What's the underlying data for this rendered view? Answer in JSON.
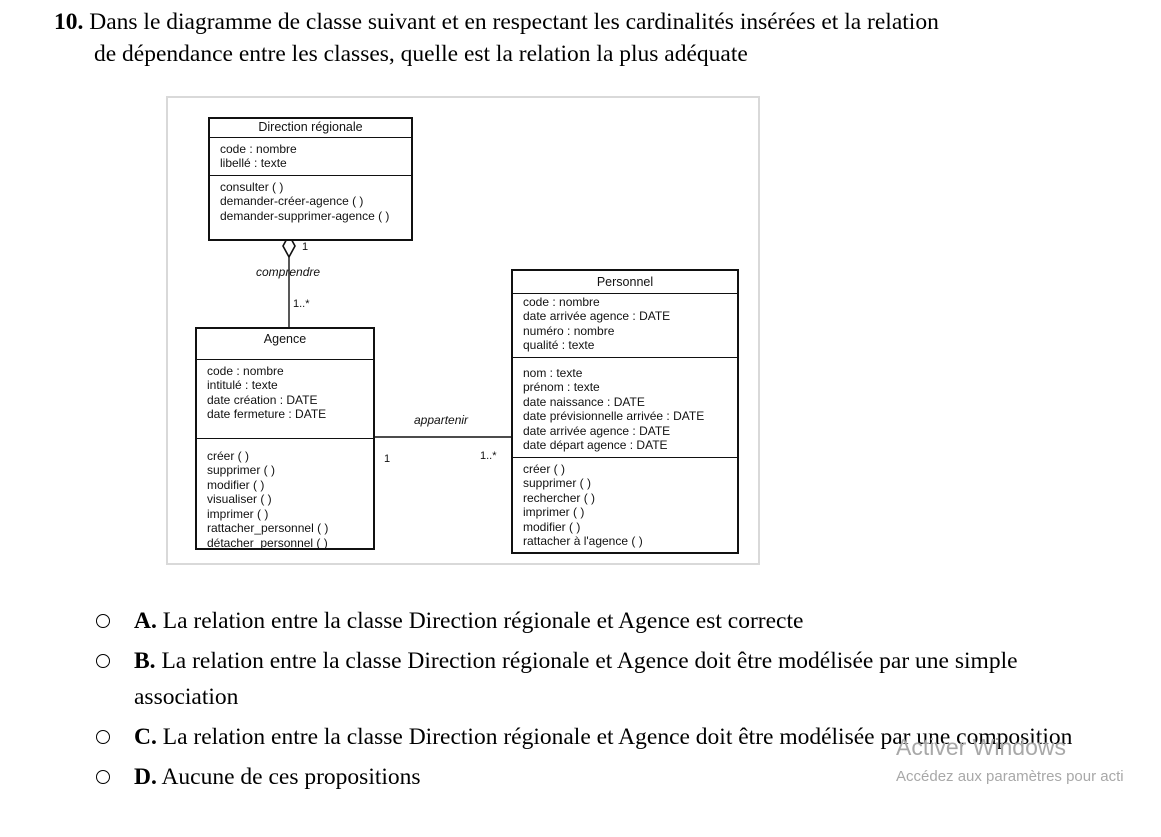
{
  "question": {
    "number": "10.",
    "line1": "Dans le diagramme de classe suivant et en respectant les cardinalités insérées et la relation",
    "line2": "de dépendance entre les classes,  quelle est la relation la plus adéquate"
  },
  "diagram": {
    "direction": {
      "name": "Direction régionale",
      "attributes": [
        "code : nombre",
        "libellé : texte"
      ],
      "methods": [
        "consulter ( )",
        "demander-créer-agence ( )",
        "demander-supprimer-agence ( )"
      ]
    },
    "agence": {
      "name": "Agence",
      "attributes": [
        "code : nombre",
        "intitulé : texte",
        "date création : DATE",
        "date fermeture : DATE"
      ],
      "methods": [
        "créer ( )",
        "supprimer ( )",
        "modifier ( )",
        "visualiser ( )",
        "imprimer ( )",
        "rattacher_personnel ( )",
        "détacher_personnel ( )"
      ]
    },
    "personnel": {
      "name": "Personnel",
      "keys": [
        "code : nombre",
        "date arrivée agence : DATE",
        "numéro : nombre",
        "qualité : texte"
      ],
      "attributes": [
        "nom : texte",
        "prénom : texte",
        "date naissance : DATE",
        "date prévisionnelle arrivée : DATE",
        "date arrivée agence : DATE",
        "date départ agence : DATE"
      ],
      "methods": [
        "créer ( )",
        "supprimer ( )",
        "rechercher ( )",
        "imprimer ( )",
        "modifier ( )",
        "rattacher à l'agence ( )"
      ]
    },
    "relation_comprendre": {
      "label": "comprendre",
      "mult_direction": "1",
      "mult_agence": "1..*"
    },
    "relation_appartenir": {
      "label": "appartenir",
      "mult_agence": "1",
      "mult_personnel": "1..*"
    }
  },
  "options": [
    {
      "letter": "A.",
      "text": "La relation entre la classe Direction régionale et Agence est correcte"
    },
    {
      "letter": "B.",
      "text": "La relation  entre la classe Direction régionale et Agence doit être modélisée par une simple association"
    },
    {
      "letter": "C.",
      "text": "La relation entre la classe Direction régionale et Agence doit être modélisée par une composition"
    },
    {
      "letter": "D.",
      "text": "Aucune de ces propositions"
    }
  ],
  "watermark": {
    "title": "Activer Windows",
    "subtitle": "Accédez aux paramètres pour acti"
  }
}
